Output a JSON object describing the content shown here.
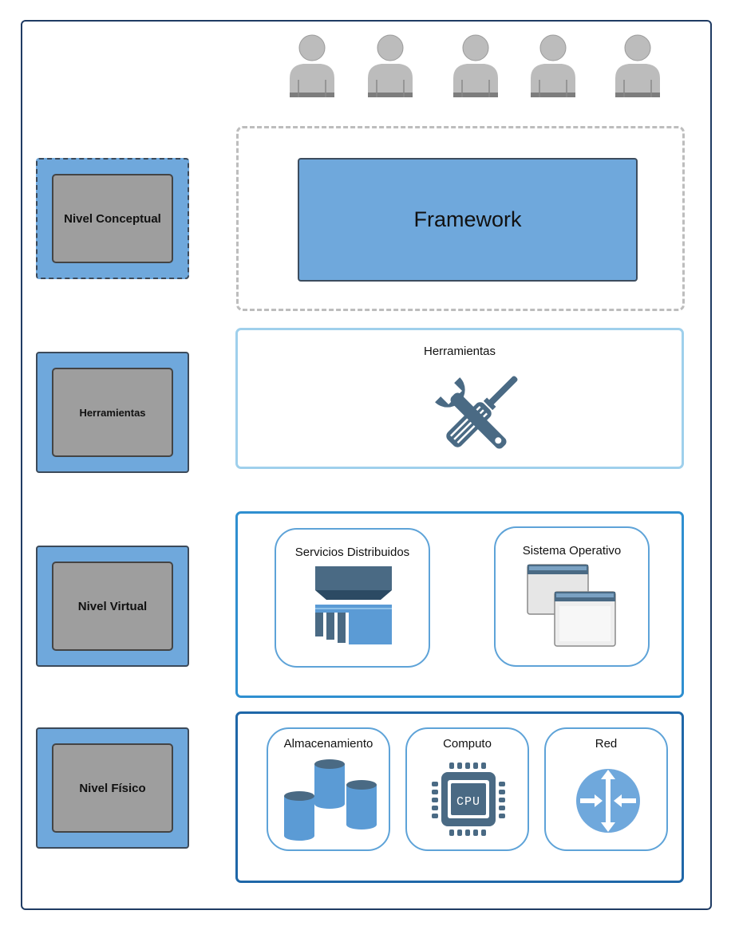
{
  "levels": [
    {
      "label": "Nivel Conceptual"
    },
    {
      "label": "Herramientas"
    },
    {
      "label": "Nivel Virtual"
    },
    {
      "label": "Nivel Físico"
    }
  ],
  "users": {
    "count": 5,
    "icon": "user-icon"
  },
  "framework": {
    "label": "Framework"
  },
  "tools": {
    "title": "Herramientas",
    "icon": "tools-icon"
  },
  "virtual": {
    "cards": [
      {
        "title": "Servicios Distribuidos",
        "icon": "distributed-services-icon"
      },
      {
        "title": "Sistema Operativo",
        "icon": "operating-system-icon"
      }
    ]
  },
  "physical": {
    "cards": [
      {
        "title": "Almacenamiento",
        "icon": "storage-icon"
      },
      {
        "title": "Computo",
        "icon": "cpu-icon",
        "chip_text": "CPU"
      },
      {
        "title": "Red",
        "icon": "router-icon"
      }
    ]
  },
  "colors": {
    "level_fill": "#6fa8dc",
    "level_inner": "#9e9e9e",
    "framework_fill": "#6fa8dc",
    "icon_dark": "#4a6a84",
    "icon_blue": "#5b9bd5",
    "tools_border": "#9fd0ec",
    "virtual_border": "#2f8fd0",
    "physical_border": "#1f67a8"
  }
}
